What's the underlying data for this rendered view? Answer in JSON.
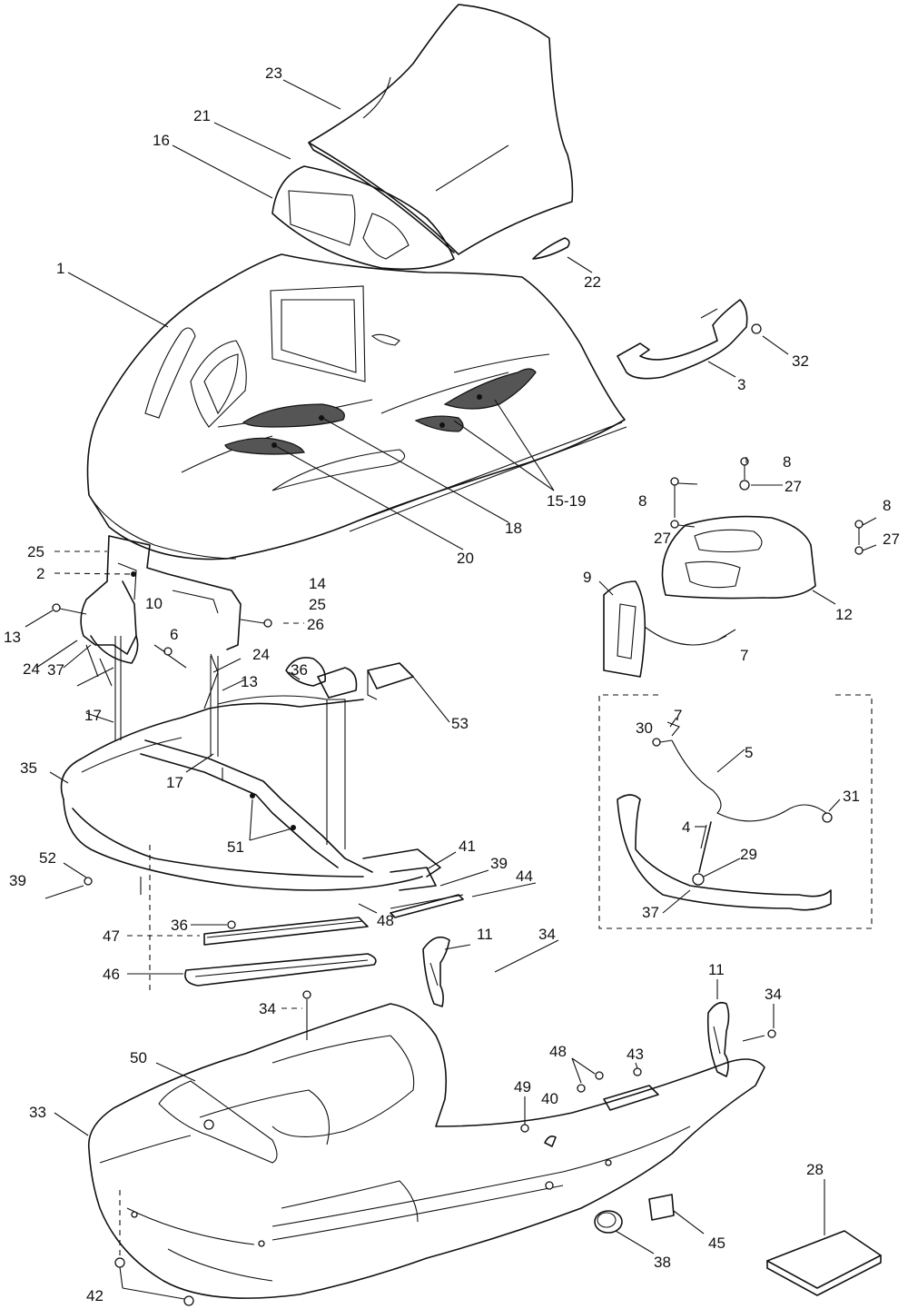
{
  "callouts": [
    {
      "id": "c23",
      "label": "23"
    },
    {
      "id": "c21",
      "label": "21"
    },
    {
      "id": "c16",
      "label": "16"
    },
    {
      "id": "c22",
      "label": "22"
    },
    {
      "id": "c1",
      "label": "1"
    },
    {
      "id": "c32",
      "label": "32"
    },
    {
      "id": "c3",
      "label": "3"
    },
    {
      "id": "c15_19",
      "label": "15-19"
    },
    {
      "id": "c18",
      "label": "18"
    },
    {
      "id": "c20",
      "label": "20"
    },
    {
      "id": "c8a",
      "label": "8"
    },
    {
      "id": "c8b",
      "label": "8"
    },
    {
      "id": "c8c",
      "label": "8"
    },
    {
      "id": "c27a",
      "label": "27"
    },
    {
      "id": "c27b",
      "label": "27"
    },
    {
      "id": "c27c",
      "label": "27"
    },
    {
      "id": "c9",
      "label": "9"
    },
    {
      "id": "c12",
      "label": "12"
    },
    {
      "id": "c7a",
      "label": "7"
    },
    {
      "id": "c25a",
      "label": "25"
    },
    {
      "id": "c2",
      "label": "2"
    },
    {
      "id": "c14",
      "label": "14"
    },
    {
      "id": "c25b",
      "label": "25"
    },
    {
      "id": "c10",
      "label": "10"
    },
    {
      "id": "c26",
      "label": "26"
    },
    {
      "id": "c13a",
      "label": "13"
    },
    {
      "id": "c6",
      "label": "6"
    },
    {
      "id": "c24a",
      "label": "24"
    },
    {
      "id": "c24b",
      "label": "24"
    },
    {
      "id": "c37a",
      "label": "37"
    },
    {
      "id": "c36a",
      "label": "36"
    },
    {
      "id": "c13b",
      "label": "13"
    },
    {
      "id": "c17a",
      "label": "17"
    },
    {
      "id": "c53",
      "label": "53"
    },
    {
      "id": "c7b",
      "label": "7"
    },
    {
      "id": "c30",
      "label": "30"
    },
    {
      "id": "c5",
      "label": "5"
    },
    {
      "id": "c35",
      "label": "35"
    },
    {
      "id": "c17b",
      "label": "17"
    },
    {
      "id": "c31",
      "label": "31"
    },
    {
      "id": "c4",
      "label": "4"
    },
    {
      "id": "c51",
      "label": "51"
    },
    {
      "id": "c29",
      "label": "29"
    },
    {
      "id": "c41",
      "label": "41"
    },
    {
      "id": "c39a",
      "label": "39"
    },
    {
      "id": "c52",
      "label": "52"
    },
    {
      "id": "c44",
      "label": "44"
    },
    {
      "id": "c39b",
      "label": "39"
    },
    {
      "id": "c37b",
      "label": "37"
    },
    {
      "id": "c48a",
      "label": "48"
    },
    {
      "id": "c36b",
      "label": "36"
    },
    {
      "id": "c11a",
      "label": "11"
    },
    {
      "id": "c34a",
      "label": "34"
    },
    {
      "id": "c47",
      "label": "47"
    },
    {
      "id": "c46",
      "label": "46"
    },
    {
      "id": "c11b",
      "label": "11"
    },
    {
      "id": "c34b",
      "label": "34"
    },
    {
      "id": "c34c",
      "label": "34"
    },
    {
      "id": "c50",
      "label": "50"
    },
    {
      "id": "c48b",
      "label": "48"
    },
    {
      "id": "c43",
      "label": "43"
    },
    {
      "id": "c49",
      "label": "49"
    },
    {
      "id": "c40",
      "label": "40"
    },
    {
      "id": "c33",
      "label": "33"
    },
    {
      "id": "c28",
      "label": "28"
    },
    {
      "id": "c45",
      "label": "45"
    },
    {
      "id": "c38",
      "label": "38"
    },
    {
      "id": "c42",
      "label": "42"
    }
  ]
}
